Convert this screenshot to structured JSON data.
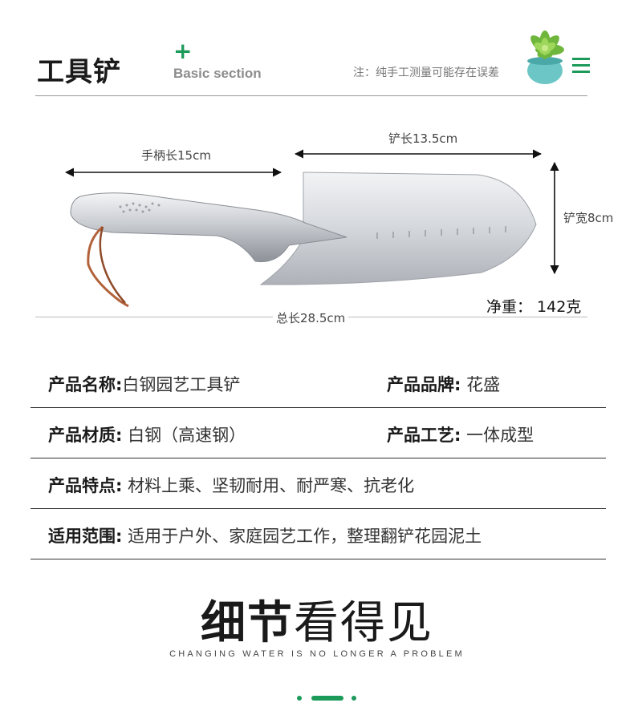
{
  "header": {
    "title": "工具铲",
    "plus_symbol": "+",
    "section_label": "Basic section",
    "note": "注：纯手工测量可能存在误差"
  },
  "dimensions": {
    "handle_length": "手柄长15cm",
    "blade_length": "铲长13.5cm",
    "blade_width": "铲宽8cm",
    "total_length": "总长28.5cm",
    "net_weight": "净重：  142克"
  },
  "specs": [
    {
      "k1": "产品名称:",
      "v1": "白钢园艺工具铲",
      "k2": "产品品牌:",
      "v2": "花盛"
    },
    {
      "k1": "产品材质:",
      "v1": "白钢（高速钢）",
      "k2": "产品工艺:",
      "v2": "一体成型"
    },
    {
      "k1": "产品特点:",
      "v1": "材料上乘、坚韧耐用、耐严寒、抗老化"
    },
    {
      "k1": "适用范围:",
      "v1": "适用于户外、家庭园艺工作，整理翻铲花园泥土"
    }
  ],
  "details": {
    "title_bold": "细节",
    "title_light": "看得见",
    "subtitle": "CHANGING WATER IS NO LONGER A PROBLEM"
  },
  "colors": {
    "accent": "#1c9a5a",
    "rule": "#333333"
  },
  "icons": [
    "plus-icon",
    "succulent-pot-icon",
    "menu-icon",
    "pagination-dots"
  ]
}
